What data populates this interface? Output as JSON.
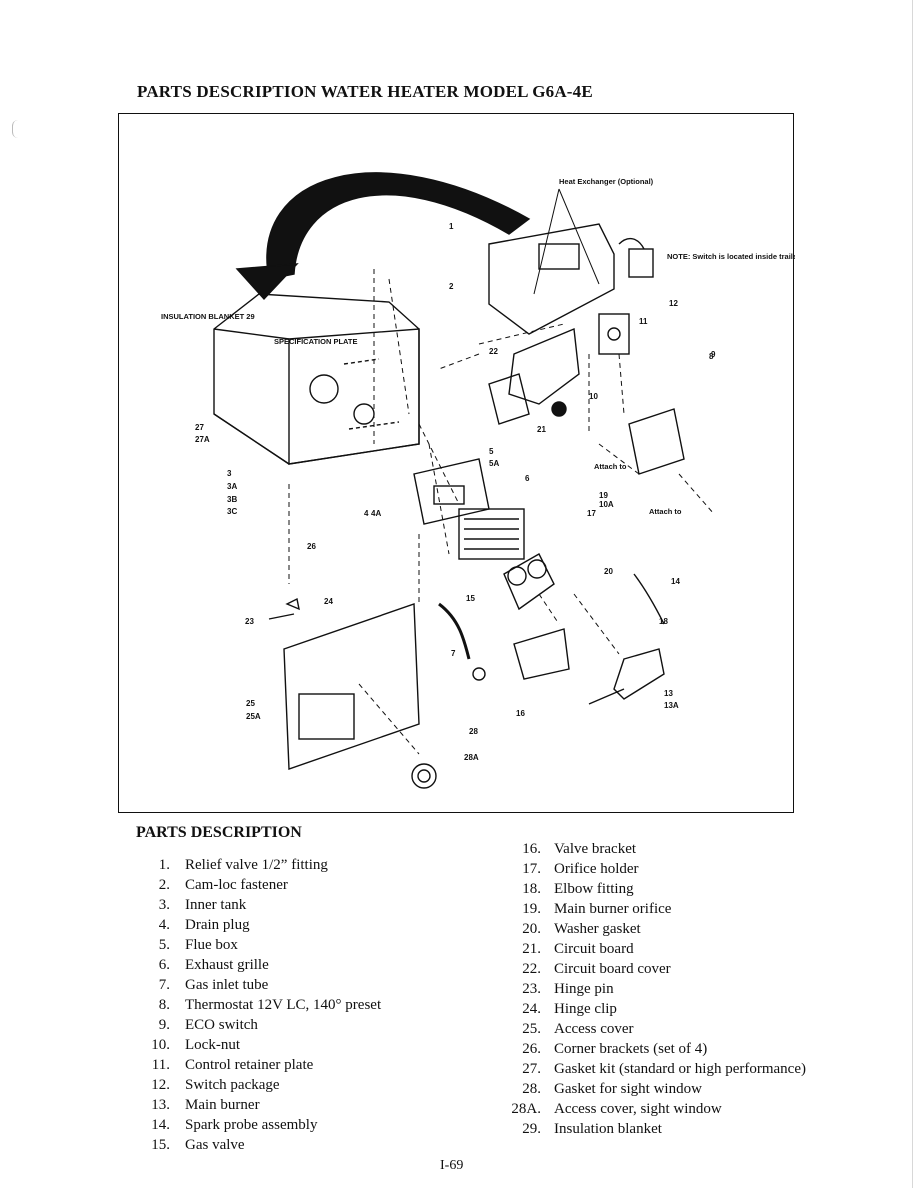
{
  "header": {
    "title": "PARTS DESCRIPTION WATER HEATER MODEL G6A-4E"
  },
  "diagram": {
    "callouts": {
      "heat_exchanger": "Heat Exchanger (Optional)",
      "note": "NOTE: Switch is located inside trailer or coach.",
      "insulation_blanket": "INSULATION BLANKET 29",
      "specification_plate": "SPECIFICATION PLATE",
      "attach_a": "Attach to",
      "attach_b": "Attach to"
    },
    "part_numbers": [
      "1",
      "2",
      "3",
      "3A",
      "3B",
      "3C",
      "4",
      "4A",
      "5",
      "5A",
      "6",
      "7",
      "8",
      "9",
      "10",
      "10A",
      "11",
      "12",
      "13",
      "13A",
      "14",
      "15",
      "16",
      "17",
      "18",
      "19",
      "20",
      "21",
      "22",
      "23",
      "24",
      "25",
      "25A",
      "26",
      "27",
      "27A",
      "28",
      "28A"
    ]
  },
  "parts": {
    "heading": "PARTS DESCRIPTION",
    "left": [
      {
        "num": "1.",
        "desc": "Relief valve 1/2” fitting"
      },
      {
        "num": "2.",
        "desc": "Cam-loc fastener"
      },
      {
        "num": "3.",
        "desc": "Inner tank"
      },
      {
        "num": "4.",
        "desc": "Drain plug"
      },
      {
        "num": "5.",
        "desc": "Flue box"
      },
      {
        "num": "6.",
        "desc": "Exhaust grille"
      },
      {
        "num": "7.",
        "desc": "Gas inlet tube"
      },
      {
        "num": "8.",
        "desc": "Thermostat 12V LC, 140° preset"
      },
      {
        "num": "9.",
        "desc": "ECO switch"
      },
      {
        "num": "10.",
        "desc": "Lock-nut"
      },
      {
        "num": "11.",
        "desc": "Control retainer plate"
      },
      {
        "num": "12.",
        "desc": "Switch package"
      },
      {
        "num": "13.",
        "desc": "Main burner"
      },
      {
        "num": "14.",
        "desc": "Spark probe assembly"
      },
      {
        "num": "15.",
        "desc": "Gas valve"
      }
    ],
    "right": [
      {
        "num": "16.",
        "desc": "Valve bracket"
      },
      {
        "num": "17.",
        "desc": "Orifice holder"
      },
      {
        "num": "18.",
        "desc": "Elbow fitting"
      },
      {
        "num": "19.",
        "desc": "Main burner orifice"
      },
      {
        "num": "20.",
        "desc": "Washer gasket"
      },
      {
        "num": "21.",
        "desc": "Circuit board"
      },
      {
        "num": "22.",
        "desc": "Circuit board cover"
      },
      {
        "num": "23.",
        "desc": "Hinge pin"
      },
      {
        "num": "24.",
        "desc": "Hinge clip"
      },
      {
        "num": "25.",
        "desc": "Access cover"
      },
      {
        "num": "26.",
        "desc": "Corner brackets (set of 4)"
      },
      {
        "num": "27.",
        "desc": "Gasket kit (standard or high  performance)"
      },
      {
        "num": "28.",
        "desc": "Gasket for sight window"
      },
      {
        "num": "28A.",
        "desc": "Access cover, sight window"
      },
      {
        "num": "29.",
        "desc": "Insulation blanket"
      }
    ]
  },
  "footer": {
    "page_number": "I-69"
  }
}
